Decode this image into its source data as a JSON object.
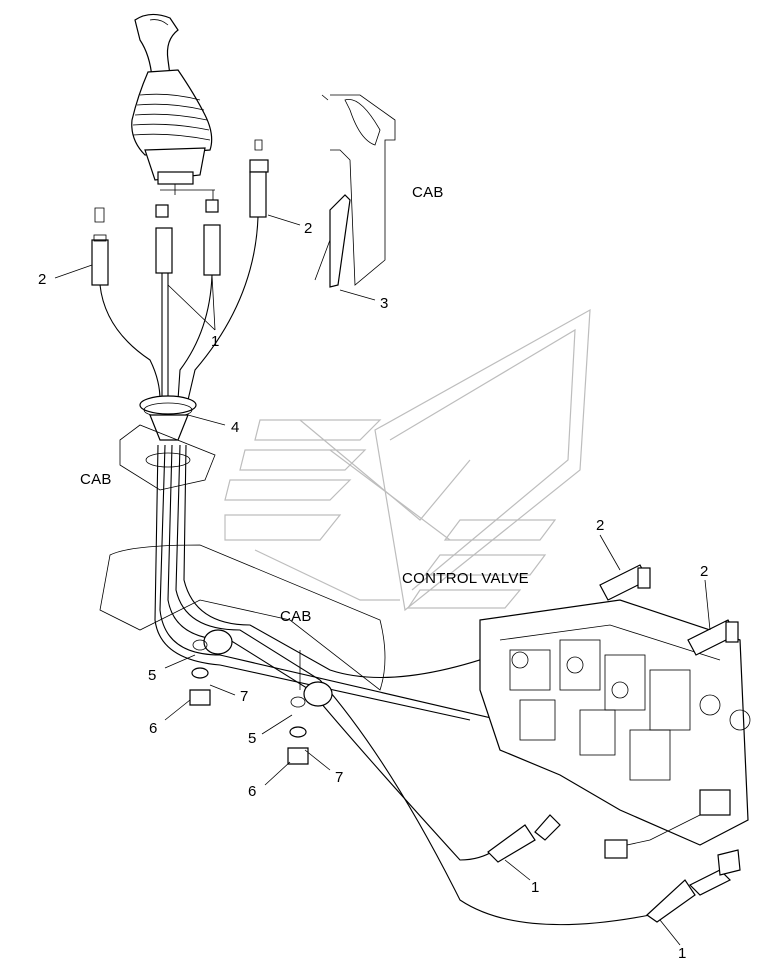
{
  "labels": {
    "cab_top": "CAB",
    "cab_left": "CAB",
    "cab_mid": "CAB",
    "control_valve": "CONTROL VALVE",
    "n1_top": "1",
    "n2_left": "2",
    "n2_top": "2",
    "n3": "3",
    "n4": "4",
    "n5_a": "5",
    "n5_b": "5",
    "n6_a": "6",
    "n6_b": "6",
    "n7_a": "7",
    "n7_b": "7",
    "n2_cv_a": "2",
    "n2_cv_b": "2",
    "n1_cv_a": "1",
    "n1_cv_b": "1"
  }
}
